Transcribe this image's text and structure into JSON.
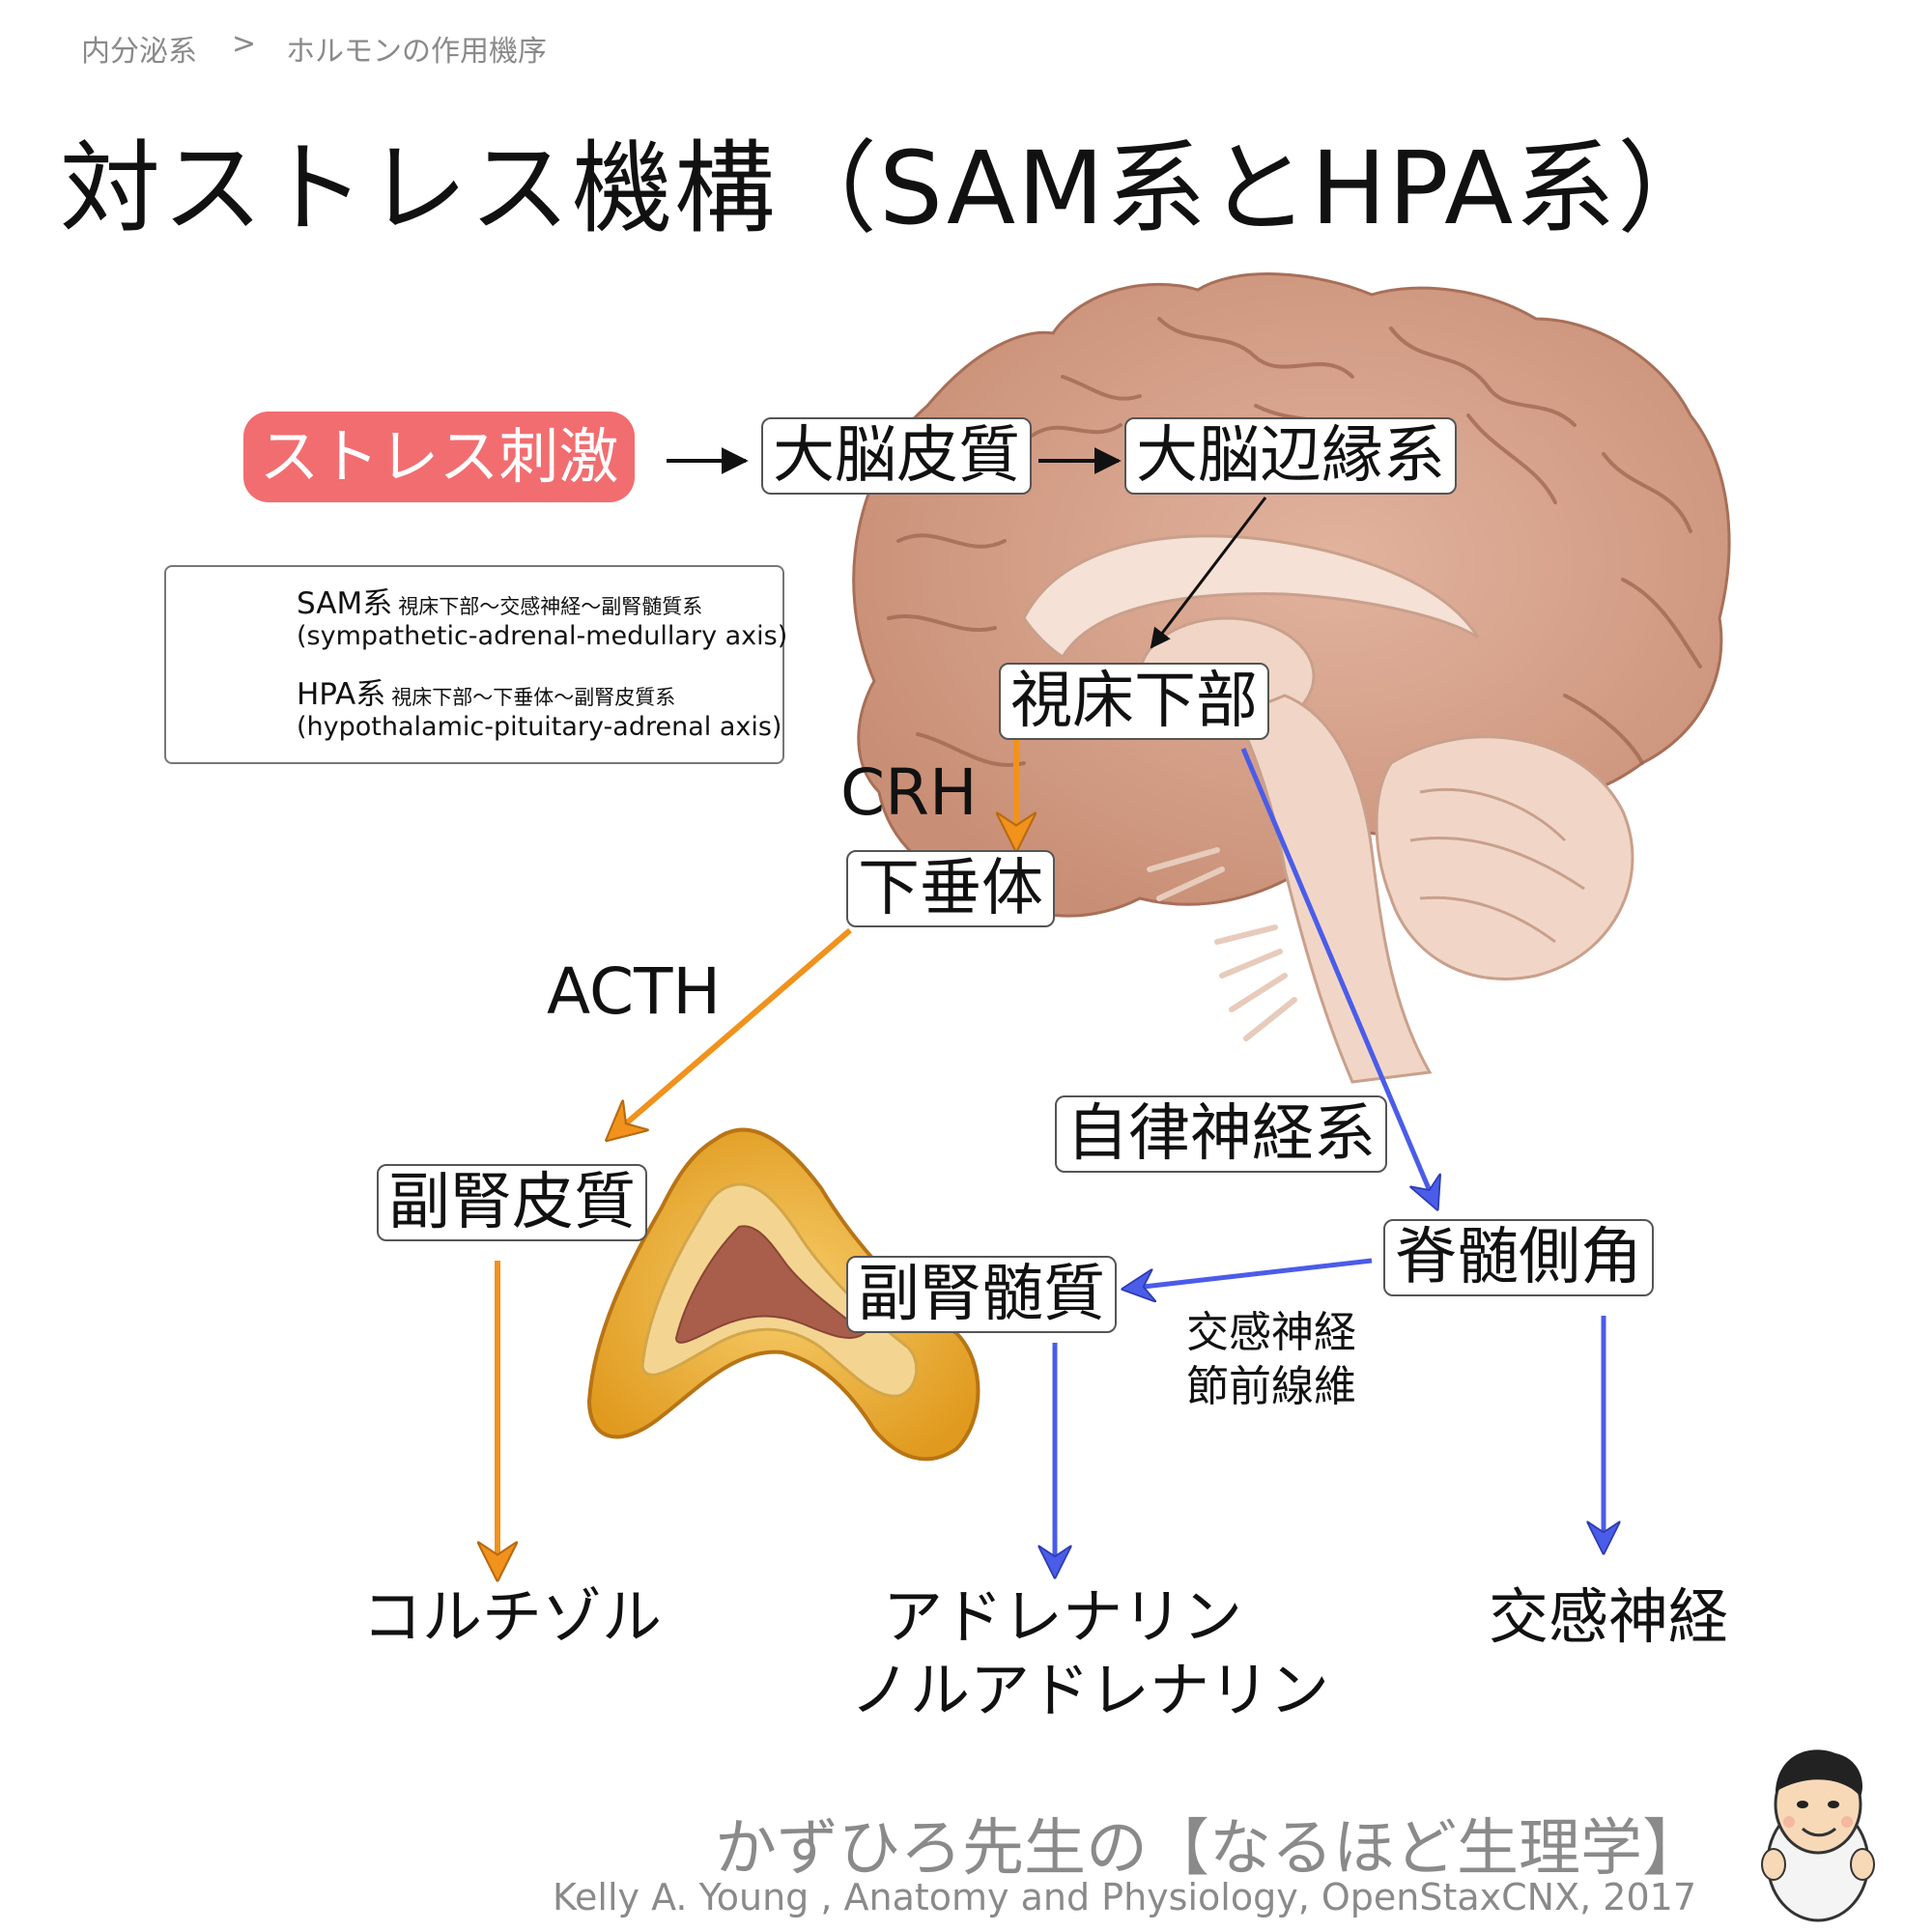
{
  "breadcrumb": {
    "section": "内分泌系",
    "separator": ">",
    "page": "ホルモンの作用機序"
  },
  "title": "対ストレス機構（SAM系とHPA系）",
  "legend": {
    "sam": {
      "name": "SAM系",
      "path": "視床下部〜交感神経〜副腎髄質系",
      "english": "(sympathetic-adrenal-medullary axis)",
      "color": "#4a5ce8"
    },
    "hpa": {
      "name": "HPA系",
      "path": "視床下部〜下垂体〜副腎皮質系",
      "english": "(hypothalamic-pituitary-adrenal axis)",
      "color": "#f0921c"
    }
  },
  "nodes": {
    "stress": "ストレス刺激",
    "cortex": "大脳皮質",
    "limbic": "大脳辺縁系",
    "hypothalamus": "視床下部",
    "pituitary": "下垂体",
    "adrenal_cortex": "副腎皮質",
    "adrenal_medulla": "副腎髄質",
    "spinal_lateral_horn": "脊髄側角"
  },
  "labels": {
    "crh": "CRH",
    "acth": "ACTH",
    "autonomic": "自律神経系",
    "preganglionic_line1": "交感神経",
    "preganglionic_line2": "節前線維"
  },
  "outputs": {
    "cortisol": "コルチゾル",
    "adrenaline": "アドレナリン",
    "noradrenaline": "ノルアドレナリン",
    "sympathetic": "交感神経"
  },
  "footer": {
    "brand": "かずひろ先生の【なるほど生理学】",
    "credit": "Kelly A. Young , Anatomy and Physiology, OpenStaxCNX, 2017"
  }
}
